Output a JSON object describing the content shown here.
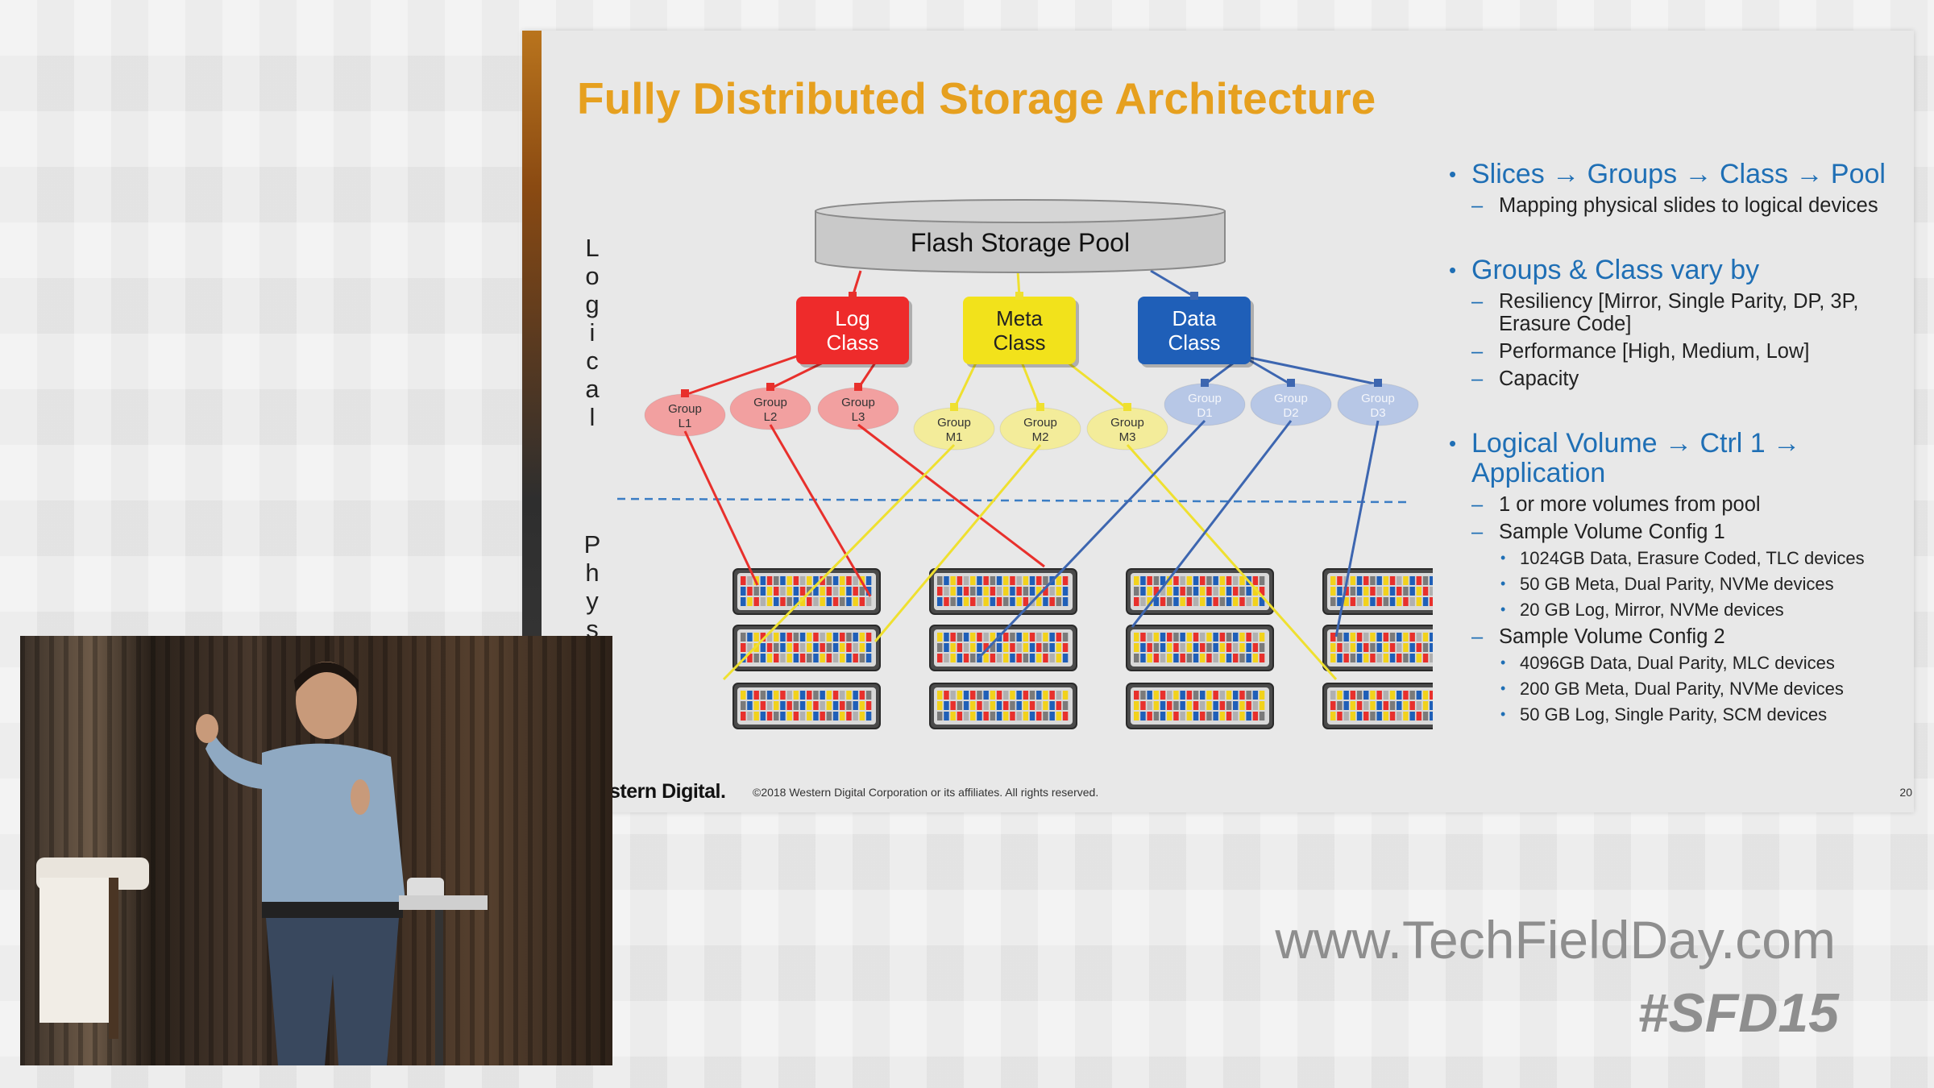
{
  "slide": {
    "title": "Fully Distributed Storage Architecture",
    "logical_label": "Logical",
    "physical_label": "Phys",
    "diagram": {
      "pool_label": "Flash Storage Pool",
      "classes": [
        {
          "line1": "Log",
          "line2": "Class",
          "color": "#ee2b2b",
          "text_color": "#ffffff"
        },
        {
          "line1": "Meta",
          "line2": "Class",
          "color": "#f2e21b",
          "text_color": "#222222"
        },
        {
          "line1": "Data",
          "line2": "Class",
          "color": "#1f5fb8",
          "text_color": "#ffffff"
        }
      ],
      "groups": [
        {
          "line1": "Group",
          "line2": "L1",
          "color": "#f2a0a0"
        },
        {
          "line1": "Group",
          "line2": "L2",
          "color": "#f2a0a0"
        },
        {
          "line1": "Group",
          "line2": "L3",
          "color": "#f2a0a0"
        },
        {
          "line1": "Group",
          "line2": "M1",
          "color": "#f3ec9a"
        },
        {
          "line1": "Group",
          "line2": "M2",
          "color": "#f3ec9a"
        },
        {
          "line1": "Group",
          "line2": "M3",
          "color": "#f3ec9a"
        },
        {
          "line1": "Group",
          "line2": "D1",
          "color": "#b7c7e6"
        },
        {
          "line1": "Group",
          "line2": "D2",
          "color": "#b7c7e6"
        },
        {
          "line1": "Group",
          "line2": "D3",
          "color": "#b7c7e6"
        }
      ],
      "colors": {
        "log_line": "#e8302c",
        "meta_line": "#efe030",
        "data_line": "#3d66b0",
        "divider": "#3b7dc4",
        "pool_fill": "#c9c9c9"
      }
    },
    "bullets": [
      {
        "text": "Slices → Groups → Class → Pool",
        "subs": [
          {
            "text": "Mapping physical slides to logical devices",
            "items": []
          }
        ]
      },
      {
        "text": "Groups & Class vary by",
        "subs": [
          {
            "text": "Resiliency [Mirror, Single Parity, DP, 3P, Erasure Code]",
            "items": []
          },
          {
            "text": "Performance [High, Medium, Low]",
            "items": []
          },
          {
            "text": "Capacity",
            "items": []
          }
        ]
      },
      {
        "text": "Logical Volume → Ctrl 1 → Application",
        "subs": [
          {
            "text": "1 or more volumes from pool",
            "items": []
          },
          {
            "text": "Sample Volume Config 1",
            "items": [
              "1024GB Data, Erasure Coded, TLC devices",
              "50 GB Meta, Dual Parity, NVMe devices",
              "20 GB Log, Mirror, NVMe devices"
            ]
          },
          {
            "text": "Sample Volume Config 2",
            "items": [
              "4096GB Data, Dual Parity, MLC devices",
              "200 GB Meta, Dual Parity, NVMe devices",
              "50 GB Log, Single Parity, SCM devices"
            ]
          }
        ]
      }
    ],
    "footer": {
      "logo": "stern Digital.",
      "copyright": "©2018 Western Digital Corporation or its affiliates. All rights reserved.",
      "page": "20"
    }
  },
  "watermark": {
    "url": "www.TechFieldDay.com",
    "tag": "#SFD15"
  }
}
